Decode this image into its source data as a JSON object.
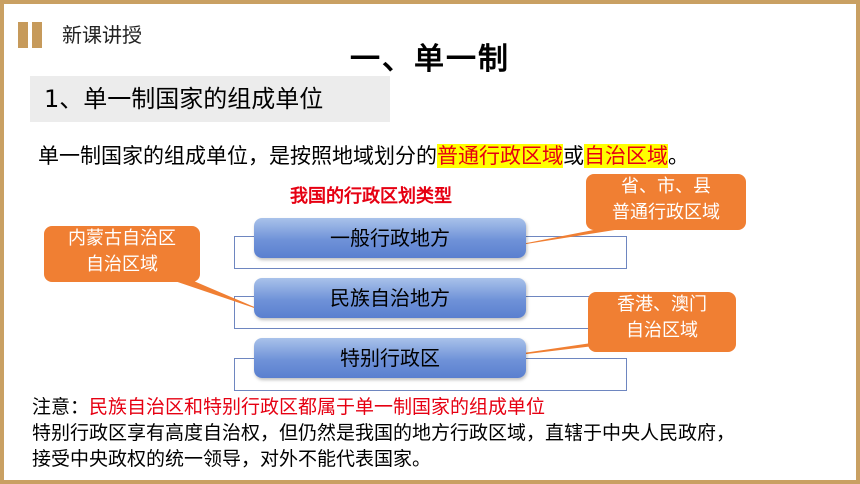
{
  "header": {
    "section_label": "新课讲授",
    "title": "一、单一制",
    "subheading": "1、单一制国家的组成单位"
  },
  "intro": {
    "text_before": "单一制国家的组成单位，是按照地域划分的",
    "highlight1": "普通行政区域",
    "connector": "或",
    "highlight2": "自治区域",
    "end": "。"
  },
  "diagram": {
    "title": "我国的行政区划类型",
    "categories": [
      "一般行政地方",
      "民族自治地方",
      "特别行政区"
    ],
    "callouts": [
      {
        "line1": "省、市、县",
        "line2": "普通行政区域"
      },
      {
        "line1": "内蒙古自治区",
        "line2": "自治区域"
      },
      {
        "line1": "香港、澳门",
        "line2": "自治区域"
      }
    ]
  },
  "note": {
    "label": "注意：",
    "emphasis": "民族自治区和特别行政区都属于单一制国家的组成单位",
    "line2": "特别行政区享有高度自治权，但仍然是我国的地方行政区域，直辖于中央人民政府，",
    "line3": "接受中央政权的统一领导，对外不能代表国家。"
  },
  "colors": {
    "accent_bar": "#c69a5b",
    "callout": "#f07f33",
    "highlight_bg": "#ffff00",
    "emphasis_text": "#e60012"
  }
}
